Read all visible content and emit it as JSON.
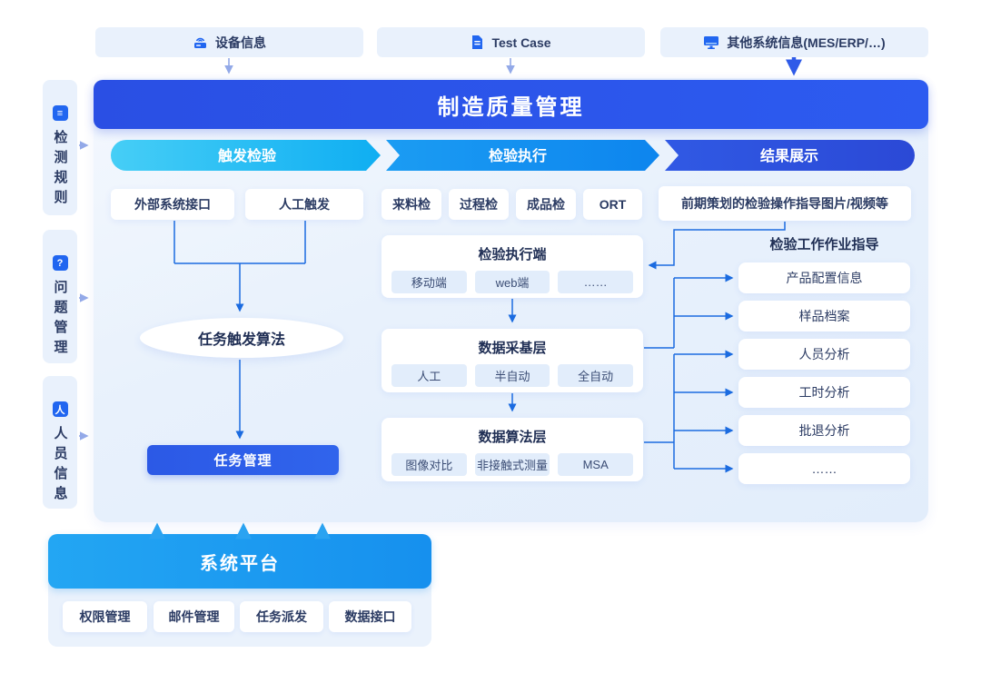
{
  "top_sources": [
    {
      "label": "设备信息",
      "icon": "device-icon"
    },
    {
      "label": "Test Case",
      "icon": "test-case-icon"
    },
    {
      "label": "其他系统信息(MES/ERP/…)",
      "icon": "monitor-icon"
    }
  ],
  "banner": {
    "title": "制造质量管理"
  },
  "sidebar": {
    "items": [
      {
        "label": "检测规则",
        "icon": "inspection-rules-icon",
        "glyph": "≡"
      },
      {
        "label": "问题管理",
        "icon": "question-icon",
        "glyph": "?"
      },
      {
        "label": "人员信息",
        "icon": "person-icon",
        "glyph": "人"
      }
    ]
  },
  "stages": [
    {
      "label": "触发检验"
    },
    {
      "label": "检验执行"
    },
    {
      "label": "结果展示"
    }
  ],
  "trigger": {
    "external": "外部系统接口",
    "manual": "人工触发",
    "algorithm": "任务触发算法",
    "task": "任务管理"
  },
  "execution": {
    "types": [
      "来料检",
      "过程检",
      "成品检",
      "ORT"
    ],
    "panels": [
      {
        "title": "检验执行端",
        "items": [
          "移动端",
          "web端",
          "……"
        ]
      },
      {
        "title": "数据采基层",
        "items": [
          "人工",
          "半自动",
          "全自动"
        ]
      },
      {
        "title": "数据算法层",
        "items": [
          "图像对比",
          "非接触式测量",
          "MSA"
        ]
      }
    ]
  },
  "result": {
    "guide": "前期策划的检验操作指导图片/视频等",
    "title": "检验工作作业指导",
    "items": [
      "产品配置信息",
      "样品档案",
      "人员分析",
      "工时分析",
      "批退分析",
      "……"
    ]
  },
  "platform": {
    "title": "系统平台",
    "items": [
      "权限管理",
      "邮件管理",
      "任务派发",
      "数据接口"
    ]
  },
  "colors": {
    "banner_blue": "#2B54E8",
    "stage1_cyan": "#1FBBF4",
    "stage2_blue": "#1492F0",
    "stage3_royal": "#2D53DE",
    "platform_azure": "#1D9BF0",
    "connector_blue": "#1B6BE0",
    "light_box": "#E9F1FC",
    "panel_bg": "#E8F1FC",
    "icon_blue": "#2166F0",
    "text_dark": "#2B3B63"
  }
}
